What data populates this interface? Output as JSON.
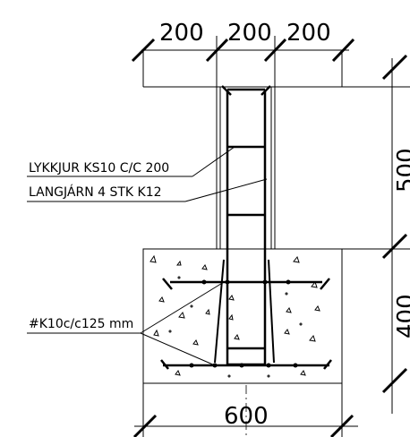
{
  "dimensions": {
    "top_left": "200",
    "top_middle": "200",
    "top_right": "200",
    "right_upper": "500",
    "right_lower": "400",
    "bottom": "600"
  },
  "labels": {
    "stirrups": "LYKKJUR KS10 C/C 200",
    "longitudinal": "LANGJÁRN 4 STK K12",
    "mesh": "#K10c/c125 mm"
  }
}
